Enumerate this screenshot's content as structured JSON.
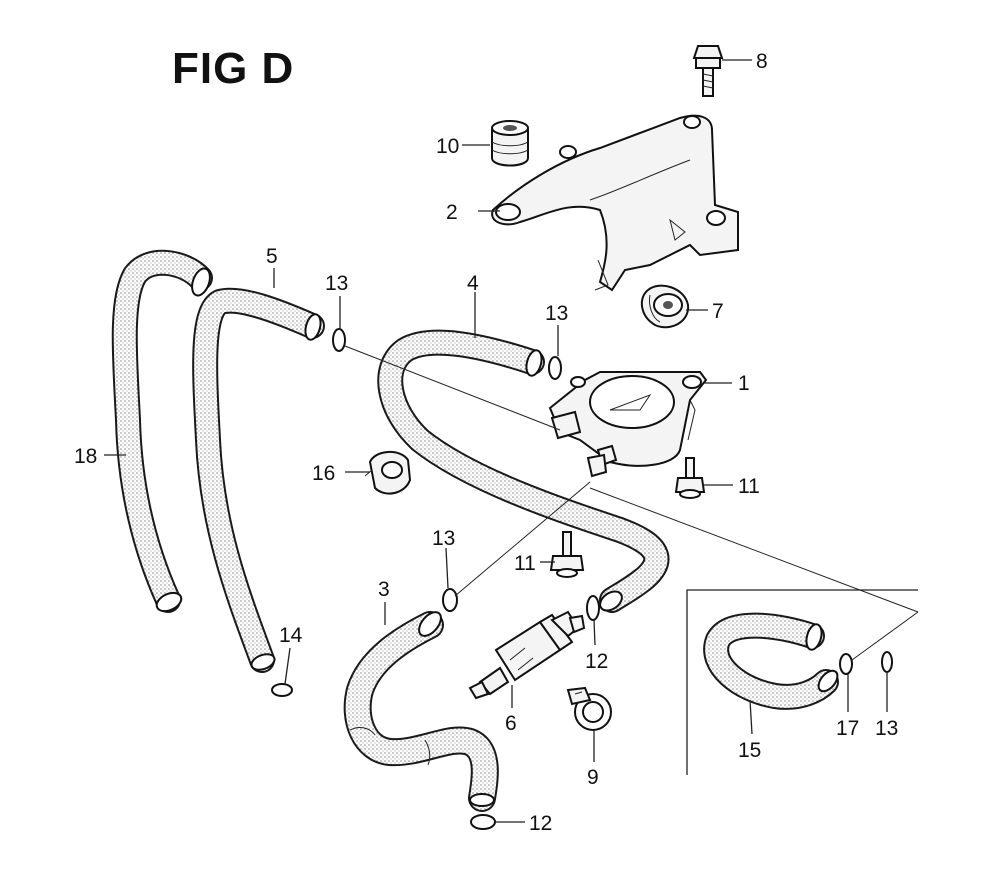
{
  "figure": {
    "title": "FIG D"
  },
  "callouts": {
    "c1": "1",
    "c2": "2",
    "c3": "3",
    "c4": "4",
    "c5": "5",
    "c6": "6",
    "c7": "7",
    "c8": "8",
    "c9": "9",
    "c10": "10",
    "c11a": "11",
    "c11b": "11",
    "c12a": "12",
    "c12b": "12",
    "c13a": "13",
    "c13b": "13",
    "c13c": "13",
    "c13d": "13",
    "c14": "14",
    "c15": "15",
    "c16": "16",
    "c17": "17",
    "c18": "18"
  },
  "colors": {
    "line": "#1a1a1a",
    "hose_texture": "#8a8a8a",
    "background": "#ffffff"
  }
}
